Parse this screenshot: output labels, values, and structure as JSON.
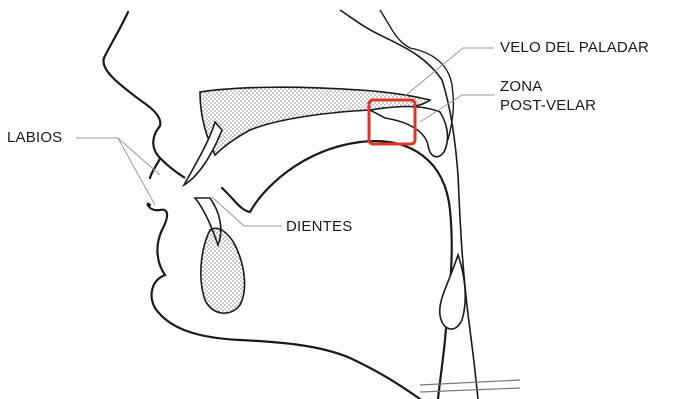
{
  "labels": {
    "velo": "VELO DEL PALADAR",
    "zona_line1": "ZONA",
    "zona_line2": "POST-VELAR",
    "labios": "LABIOS",
    "dientes": "DIENTES"
  },
  "colors": {
    "outline": "#1a1a1a",
    "leader": "#9a9a9a",
    "highlight": "#e0342a"
  }
}
